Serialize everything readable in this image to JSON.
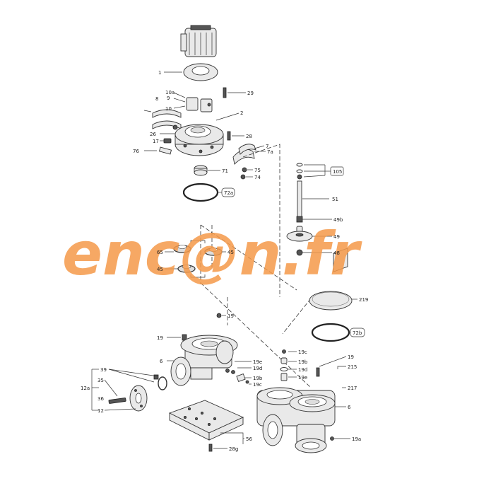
{
  "watermark": "enc@n.fr",
  "callouts": [
    {
      "id": "c1",
      "text": "1"
    },
    {
      "id": "c29",
      "text": "29"
    },
    {
      "id": "c10a",
      "text": "10a"
    },
    {
      "id": "c8",
      "text": "8"
    },
    {
      "id": "c9",
      "text": "9"
    },
    {
      "id": "c10",
      "text": "10"
    },
    {
      "id": "c2",
      "text": "2"
    },
    {
      "id": "c26",
      "text": "26"
    },
    {
      "id": "c28",
      "text": "28"
    },
    {
      "id": "c17",
      "text": "17"
    },
    {
      "id": "c76",
      "text": "76"
    },
    {
      "id": "c7",
      "text": "7"
    },
    {
      "id": "c7a",
      "text": "7a"
    },
    {
      "id": "c71",
      "text": "71"
    },
    {
      "id": "c75",
      "text": "75"
    },
    {
      "id": "c74",
      "text": "74"
    },
    {
      "id": "c72a",
      "text": "72a"
    },
    {
      "id": "c105",
      "text": "105"
    },
    {
      "id": "c51",
      "text": "51"
    },
    {
      "id": "c49b",
      "text": "49b"
    },
    {
      "id": "c49",
      "text": "49"
    },
    {
      "id": "c48",
      "text": "48"
    },
    {
      "id": "c65",
      "text": "65"
    },
    {
      "id": "c45a",
      "text": "45"
    },
    {
      "id": "c45b",
      "text": "45"
    },
    {
      "id": "c219",
      "text": "219"
    },
    {
      "id": "c72b",
      "text": "72b"
    },
    {
      "id": "c19a",
      "text": "19"
    },
    {
      "id": "c19b",
      "text": "19"
    },
    {
      "id": "c6a",
      "text": "6"
    },
    {
      "id": "c19e",
      "text": "19e"
    },
    {
      "id": "c19d",
      "text": "19d"
    },
    {
      "id": "c19b2",
      "text": "19b"
    },
    {
      "id": "c19c",
      "text": "19c"
    },
    {
      "id": "c19c2",
      "text": "19c"
    },
    {
      "id": "c19b3",
      "text": "19b"
    },
    {
      "id": "c19d2",
      "text": "19d"
    },
    {
      "id": "c19e2",
      "text": "19e"
    },
    {
      "id": "c19r",
      "text": "19"
    },
    {
      "id": "c215",
      "text": "215"
    },
    {
      "id": "c217",
      "text": "217"
    },
    {
      "id": "c6b",
      "text": "6"
    },
    {
      "id": "c39",
      "text": "39"
    },
    {
      "id": "c35",
      "text": "35"
    },
    {
      "id": "c12a",
      "text": "12a"
    },
    {
      "id": "c36",
      "text": "36"
    },
    {
      "id": "c12",
      "text": "12"
    },
    {
      "id": "c56",
      "text": "56"
    },
    {
      "id": "c28g",
      "text": "28g"
    },
    {
      "id": "c19a2",
      "text": "19a"
    }
  ]
}
